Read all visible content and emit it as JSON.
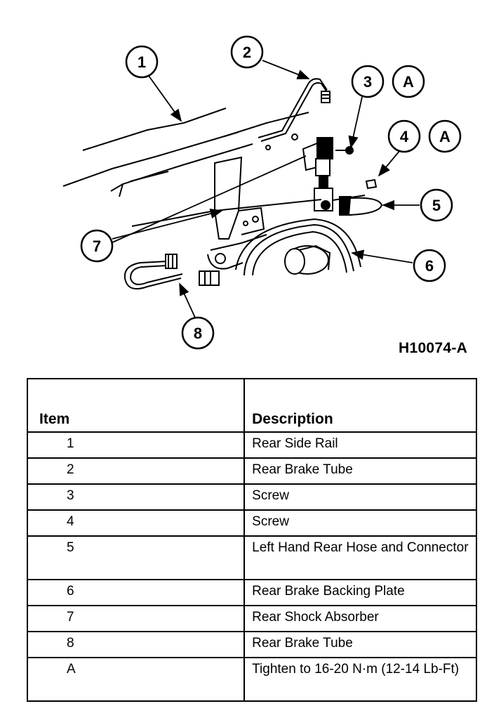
{
  "figure_id": "H10074-A",
  "callouts": [
    {
      "label": "1"
    },
    {
      "label": "2"
    },
    {
      "label": "3"
    },
    {
      "label": "A"
    },
    {
      "label": "4"
    },
    {
      "label": "A"
    },
    {
      "label": "5"
    },
    {
      "label": "6"
    },
    {
      "label": "7"
    },
    {
      "label": "8"
    }
  ],
  "table": {
    "headers": {
      "item": "Item",
      "description": "Description"
    },
    "rows": [
      {
        "item": "1",
        "description": "Rear Side Rail"
      },
      {
        "item": "2",
        "description": "Rear Brake Tube"
      },
      {
        "item": "3",
        "description": "Screw"
      },
      {
        "item": "4",
        "description": "Screw"
      },
      {
        "item": "5",
        "description": "Left Hand Rear Hose and Connector"
      },
      {
        "item": "6",
        "description": "Rear Brake Backing Plate"
      },
      {
        "item": "7",
        "description": "Rear Shock Absorber"
      },
      {
        "item": "8",
        "description": "Rear Brake Tube"
      },
      {
        "item": "A",
        "description": "Tighten to 16-20 N·m (12-14 Lb-Ft)"
      }
    ]
  }
}
